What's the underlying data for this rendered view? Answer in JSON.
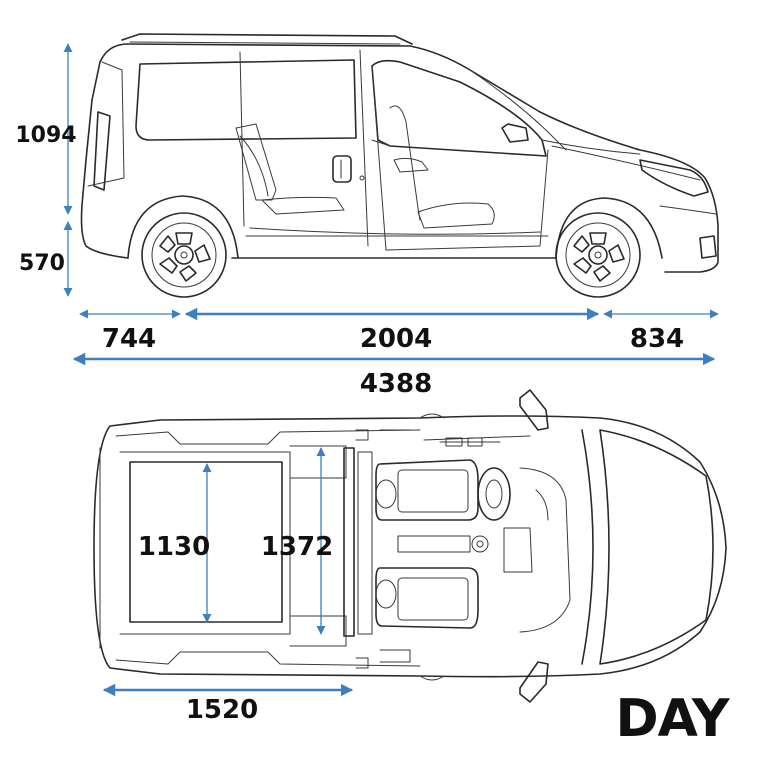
{
  "diagram": {
    "side_view": {
      "height_upper": "1094",
      "height_lower": "570",
      "rear_overhang": "744",
      "wheelbase": "2004",
      "front_overhang": "834",
      "total_length": "4388"
    },
    "top_view": {
      "cargo_floor_width": "1130",
      "cargo_max_width": "1372",
      "cargo_length": "1520"
    },
    "label": "DAY"
  },
  "colors": {
    "dimension_arrow": "#3d7fc1",
    "outline": "#2a2a2a",
    "text": "#111111"
  }
}
